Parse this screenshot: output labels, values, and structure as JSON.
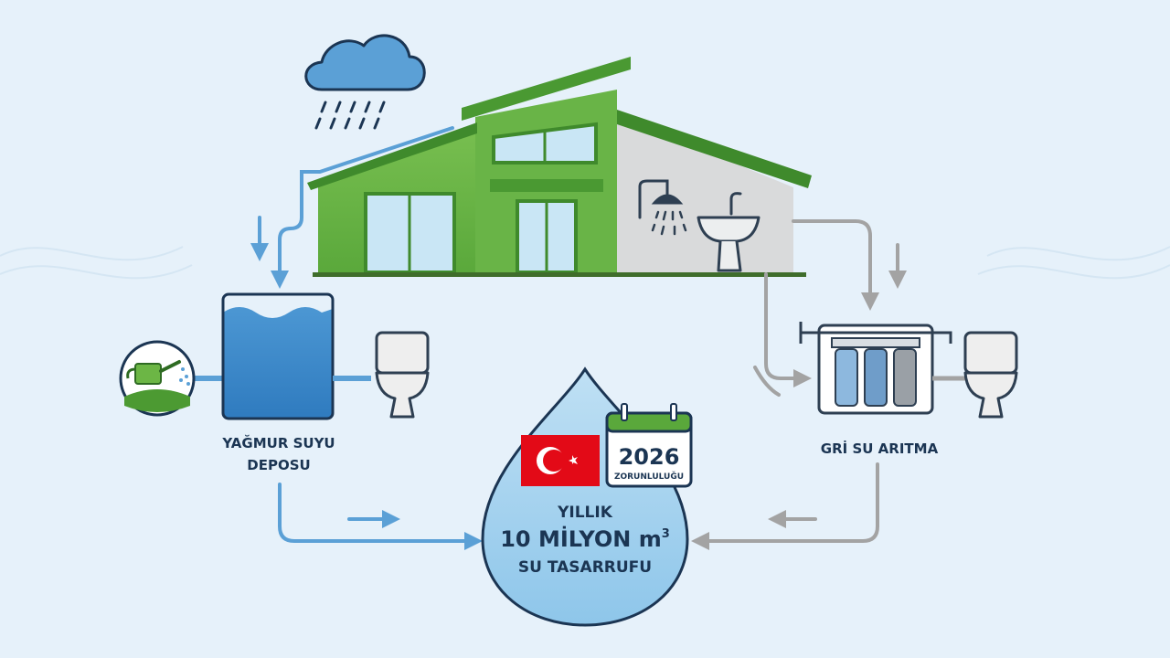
{
  "labels": {
    "rain_tank_line1": "YAĞMUR SUYU",
    "rain_tank_line2": "DEPOSU",
    "greywater": "GRİ SU ARITMA",
    "drop_line1": "YILLIK",
    "drop_line2_main": "10 MİLYON m",
    "drop_line2_sup": "3",
    "drop_line3": "SU TASARRUFU",
    "calendar_year": "2026",
    "calendar_caption": "ZORUNLULUĞU"
  },
  "icons": {
    "cloud": "rain-cloud-icon",
    "house": "house-icon",
    "shower": "shower-icon",
    "sink": "sink-icon",
    "rain_tank": "water-tank-icon",
    "watering_can": "watering-can-icon",
    "toilet": "toilet-icon",
    "filter": "water-filter-icon",
    "drop": "water-drop-icon",
    "flag": "turkey-flag-icon",
    "calendar": "calendar-icon"
  },
  "colors": {
    "background": "#e6f1fa",
    "rain_blue": "#5ba0d6",
    "house_green": "#5aa83b",
    "house_dark_green": "#3f8a2c",
    "grey_flow": "#a3a3a3",
    "text_navy": "#1b3553",
    "flag_red": "#e30a17"
  }
}
